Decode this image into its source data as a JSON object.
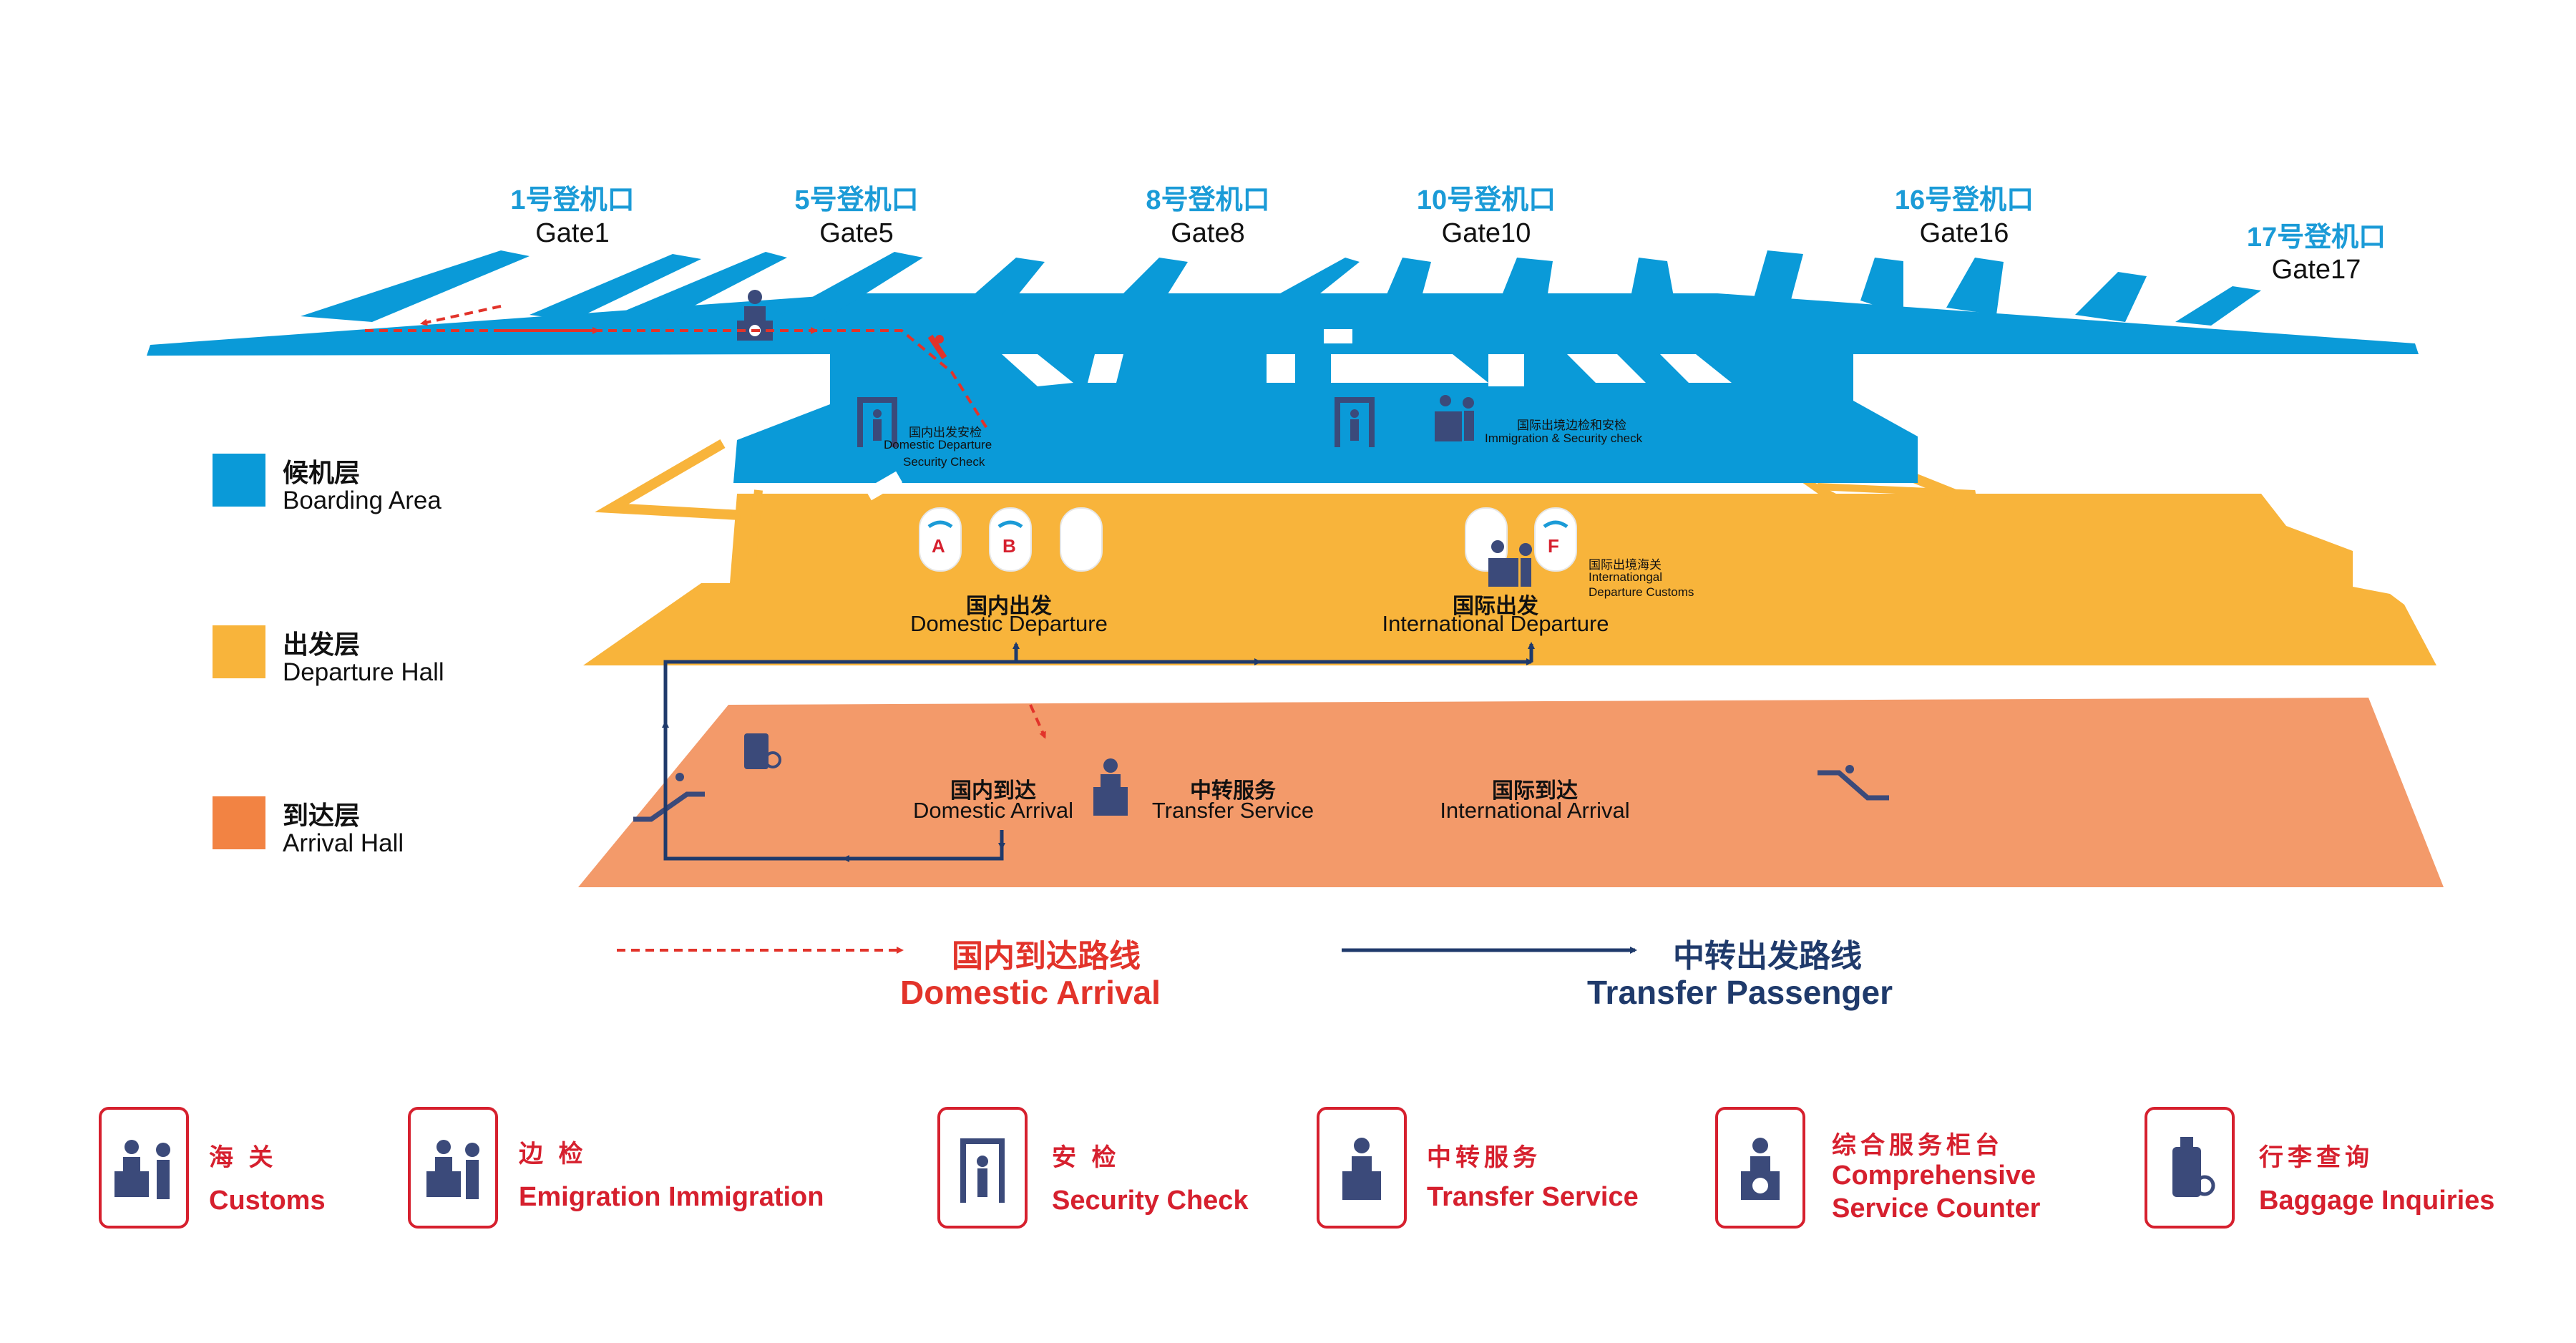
{
  "gates": [
    {
      "cn": "1号登机口",
      "en": "Gate1"
    },
    {
      "cn": "5号登机口",
      "en": "Gate5"
    },
    {
      "cn": "8号登机口",
      "en": "Gate8"
    },
    {
      "cn": "10号登机口",
      "en": "Gate10"
    },
    {
      "cn": "16号登机口",
      "en": "Gate16"
    },
    {
      "cn": "17号登机口",
      "en": "Gate17"
    }
  ],
  "levels": [
    {
      "cn": "候机层",
      "en": "Boarding Area",
      "color": "#0a9ad8"
    },
    {
      "cn": "出发层",
      "en": "Departure Hall",
      "color": "#f8b43b"
    },
    {
      "cn": "到达层",
      "en": "Arrival Hall",
      "color": "#f28343"
    }
  ],
  "checkpoints": {
    "domestic_security": {
      "cn": "国内出发安检",
      "en1": "Domestic Departure",
      "en2": "Security Check"
    },
    "intl_security": {
      "cn": "国际出境边检和安检",
      "en": "Immigration & Security check"
    },
    "intl_customs": {
      "cn": "国际出境海关",
      "en1": "Internationgal",
      "en2": "Departure Customs"
    }
  },
  "counters": [
    "A",
    "B",
    "F"
  ],
  "areas": {
    "domestic_departure": {
      "cn": "国内出发",
      "en": "Domestic Departure"
    },
    "intl_departure": {
      "cn": "国际出发",
      "en": "International Departure"
    },
    "domestic_arrival": {
      "cn": "国内到达",
      "en": "Domestic Arrival"
    },
    "transfer_service": {
      "cn": "中转服务",
      "en": "Transfer Service"
    },
    "intl_arrival": {
      "cn": "国际到达",
      "en": "International Arrival"
    }
  },
  "routes": {
    "domestic": {
      "cn": "国内到达路线",
      "en": "Domestic Arrival",
      "color": "#e2332a"
    },
    "transfer": {
      "cn": "中转出发路线",
      "en": "Transfer Passenger",
      "color": "#1f3a6b"
    }
  },
  "legend": [
    {
      "cn": "海 关",
      "en": "Customs",
      "icon": "customs-icon"
    },
    {
      "cn": "边 检",
      "en": "Emigration Immigration",
      "icon": "emigration-icon"
    },
    {
      "cn": "安 检",
      "en": "Security Check",
      "icon": "security-check-icon"
    },
    {
      "cn": "中转服务",
      "en": "Transfer Service",
      "icon": "transfer-service-icon"
    },
    {
      "cn": "综合服务柜台",
      "en": "Comprehensive Service Counter",
      "en_line1": "Comprehensive",
      "en_line2": "Service Counter",
      "icon": "service-counter-icon"
    },
    {
      "cn": "行李查询",
      "en": "Baggage Inquiries",
      "icon": "baggage-icon"
    }
  ],
  "colors": {
    "icon": "#3b4a7a",
    "accent_red": "#d6202e",
    "gate_blue": "#1b9bd7"
  }
}
